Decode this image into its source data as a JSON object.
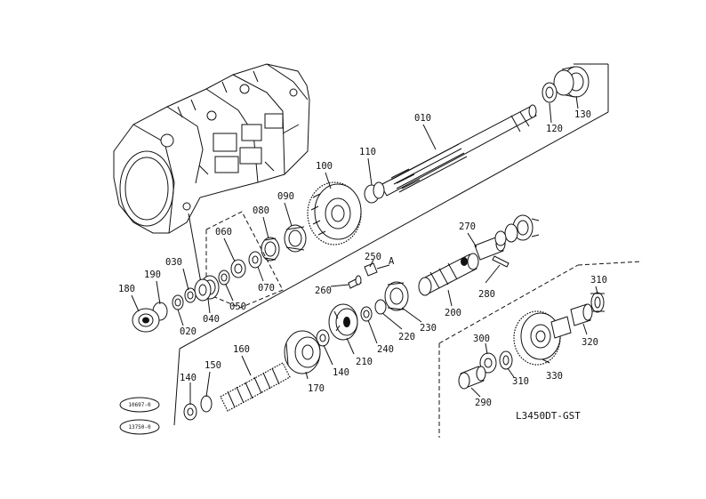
{
  "model": "L3450DT-GST",
  "serial_badges": [
    "10697-0",
    "13750-0"
  ],
  "detail_marker": "A",
  "part_labels": [
    "010",
    "020",
    "030",
    "040",
    "050",
    "060",
    "070",
    "080",
    "090",
    "100",
    "110",
    "120",
    "130",
    "140",
    "140",
    "150",
    "160",
    "170",
    "180",
    "190",
    "200",
    "210",
    "220",
    "230",
    "240",
    "250",
    "260",
    "270",
    "280",
    "290",
    "300",
    "310",
    "310",
    "320",
    "330"
  ]
}
